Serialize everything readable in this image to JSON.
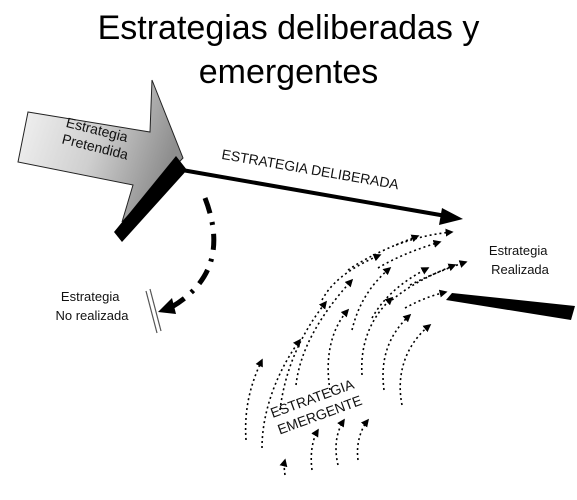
{
  "title": {
    "line1": "Estrategias deliberadas y",
    "line2": "emergentes"
  },
  "labels": {
    "intended": [
      "Estrategia",
      "Pretendida"
    ],
    "deliberate": "ESTRATEGIA DELIBERADA",
    "realized": [
      "Estrategia",
      "Realizada"
    ],
    "unrealized": [
      "Estrategia",
      "No realizada"
    ],
    "emergent": [
      "ESTRATEGIA",
      "EMERGENTE"
    ]
  },
  "colors": {
    "ink": "#000000",
    "gradient_light": "#f4f4f4",
    "gradient_dark": "#9a9a9a"
  }
}
